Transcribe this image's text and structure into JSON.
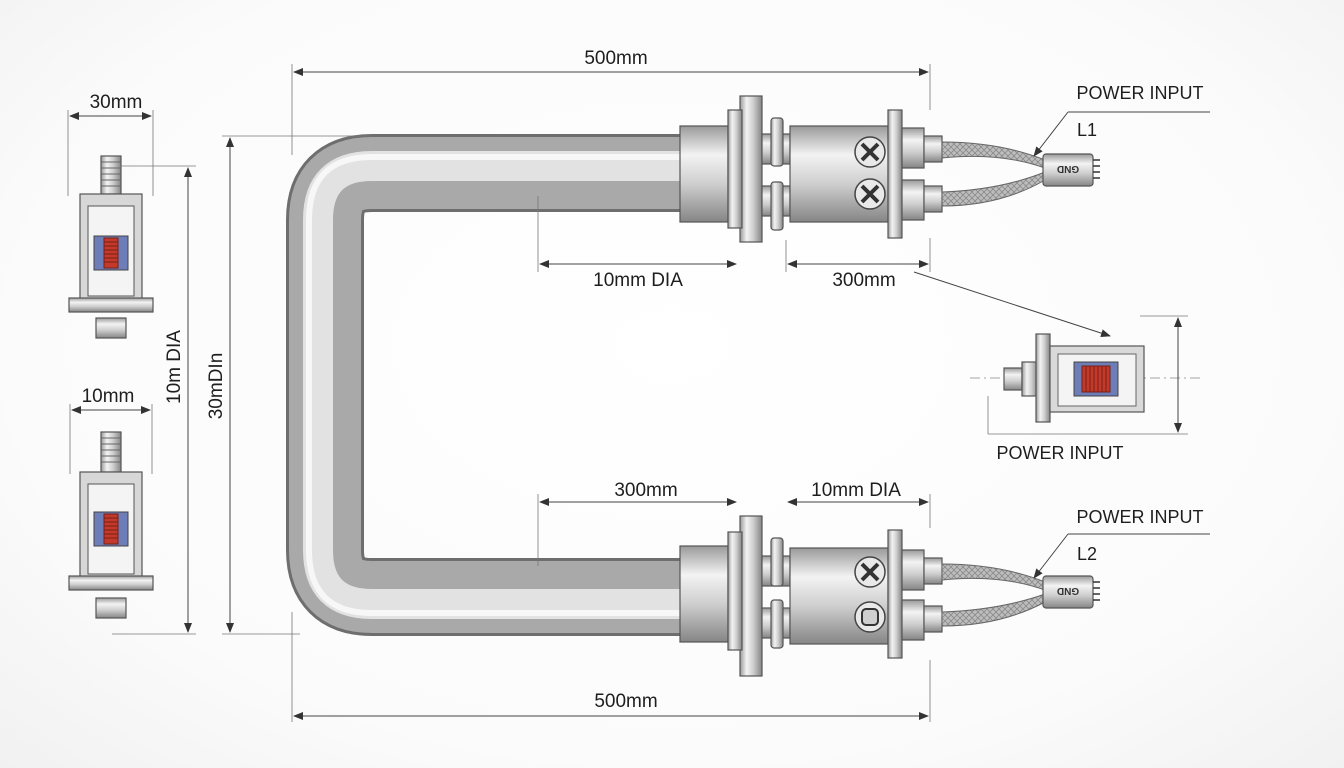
{
  "dimensions": {
    "top_length": "500mm",
    "bottom_length": "500mm",
    "upper_dia": "10mm DIA",
    "upper_length": "300mm",
    "lower_length": "300mm",
    "lower_dia": "10mm DIA",
    "side_height_a": "10m DIA",
    "side_height_b": "30mDIn",
    "side_width_top": "30mm",
    "side_width_bottom": "10mm"
  },
  "labels": {
    "power_input_upper": "POWER INPUT",
    "power_input_lower": "POWER INPUT",
    "power_input_detail": "POWER INPUT",
    "lead_upper": "L1",
    "lead_lower": "L2",
    "plug_upper": "GND",
    "plug_lower": "GND"
  },
  "colors": {
    "tube_light": "#f4f4f4",
    "tube_dark": "#8e8e8e",
    "coil_red": "#c23a2a",
    "insulator_blue": "#6d7db8"
  }
}
